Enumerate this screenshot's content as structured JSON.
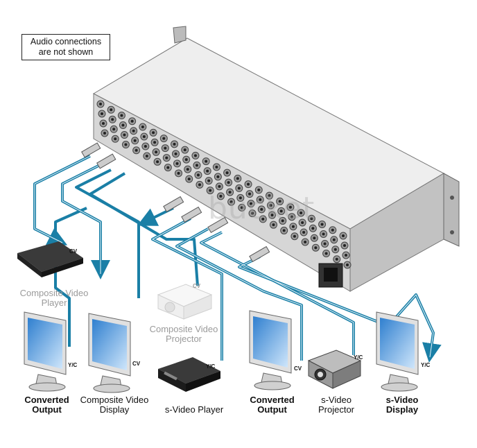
{
  "note": {
    "line1": "Audio connections",
    "line2": "are not shown"
  },
  "labels": {
    "composite_video_player": "Composite Video\nPlayer",
    "composite_video_projector": "Composite Video\nProjector",
    "converted_output_1": "Converted\nOutput",
    "composite_video_display": "Composite Video\nDisplay",
    "s_video_player": "s-Video Player",
    "converted_output_2": "Converted\nOutput",
    "s_video_projector": "s-Video\nProjector",
    "s_video_display": "s-Video\nDisplay"
  },
  "tags": {
    "cv_player": "CV",
    "cv_projector": "CV",
    "yc_converted_1": "Y/C",
    "cv_display": "CV",
    "yc_svideo_player": "Y/C",
    "cv_converted_2": "CV",
    "yc_projector": "Y/C",
    "yc_display": "Y/C"
  },
  "watermark": "bucket",
  "colors": {
    "cable": "#1a7fa6",
    "device_dark": "#2b2b2b",
    "chassis": "#dcdcdc",
    "screen": "#5aa6e0"
  }
}
